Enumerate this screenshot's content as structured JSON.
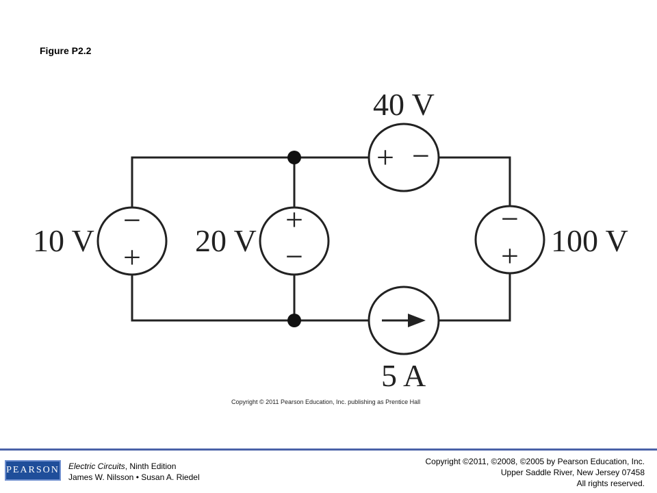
{
  "figure": {
    "label": "Figure P2.2"
  },
  "circuit": {
    "sources": {
      "v10": {
        "value": "10 V",
        "top_sign": "−",
        "bottom_sign": "+"
      },
      "v20": {
        "value": "20 V",
        "top_sign": "+",
        "bottom_sign": "−"
      },
      "v40": {
        "value": "40 V",
        "left_sign": "+",
        "right_sign": "−"
      },
      "v100": {
        "value": "100 V",
        "top_sign": "−",
        "bottom_sign": "+"
      },
      "i5": {
        "value": "5 A",
        "arrow_direction": "right"
      }
    },
    "copyright_small": "Copyright © 2011 Pearson Education, Inc. publishing as Prentice Hall"
  },
  "footer": {
    "logo_text": "PEARSON",
    "book_title": "Electric Circuits",
    "book_edition": ", Ninth Edition",
    "authors": "James W. Nilsson • Susan A. Riedel",
    "copyright_line1": "Copyright ©2011, ©2008, ©2005 by Pearson Education, Inc.",
    "copyright_line2": "Upper Saddle River, New Jersey 07458",
    "copyright_line3": "All rights reserved."
  }
}
